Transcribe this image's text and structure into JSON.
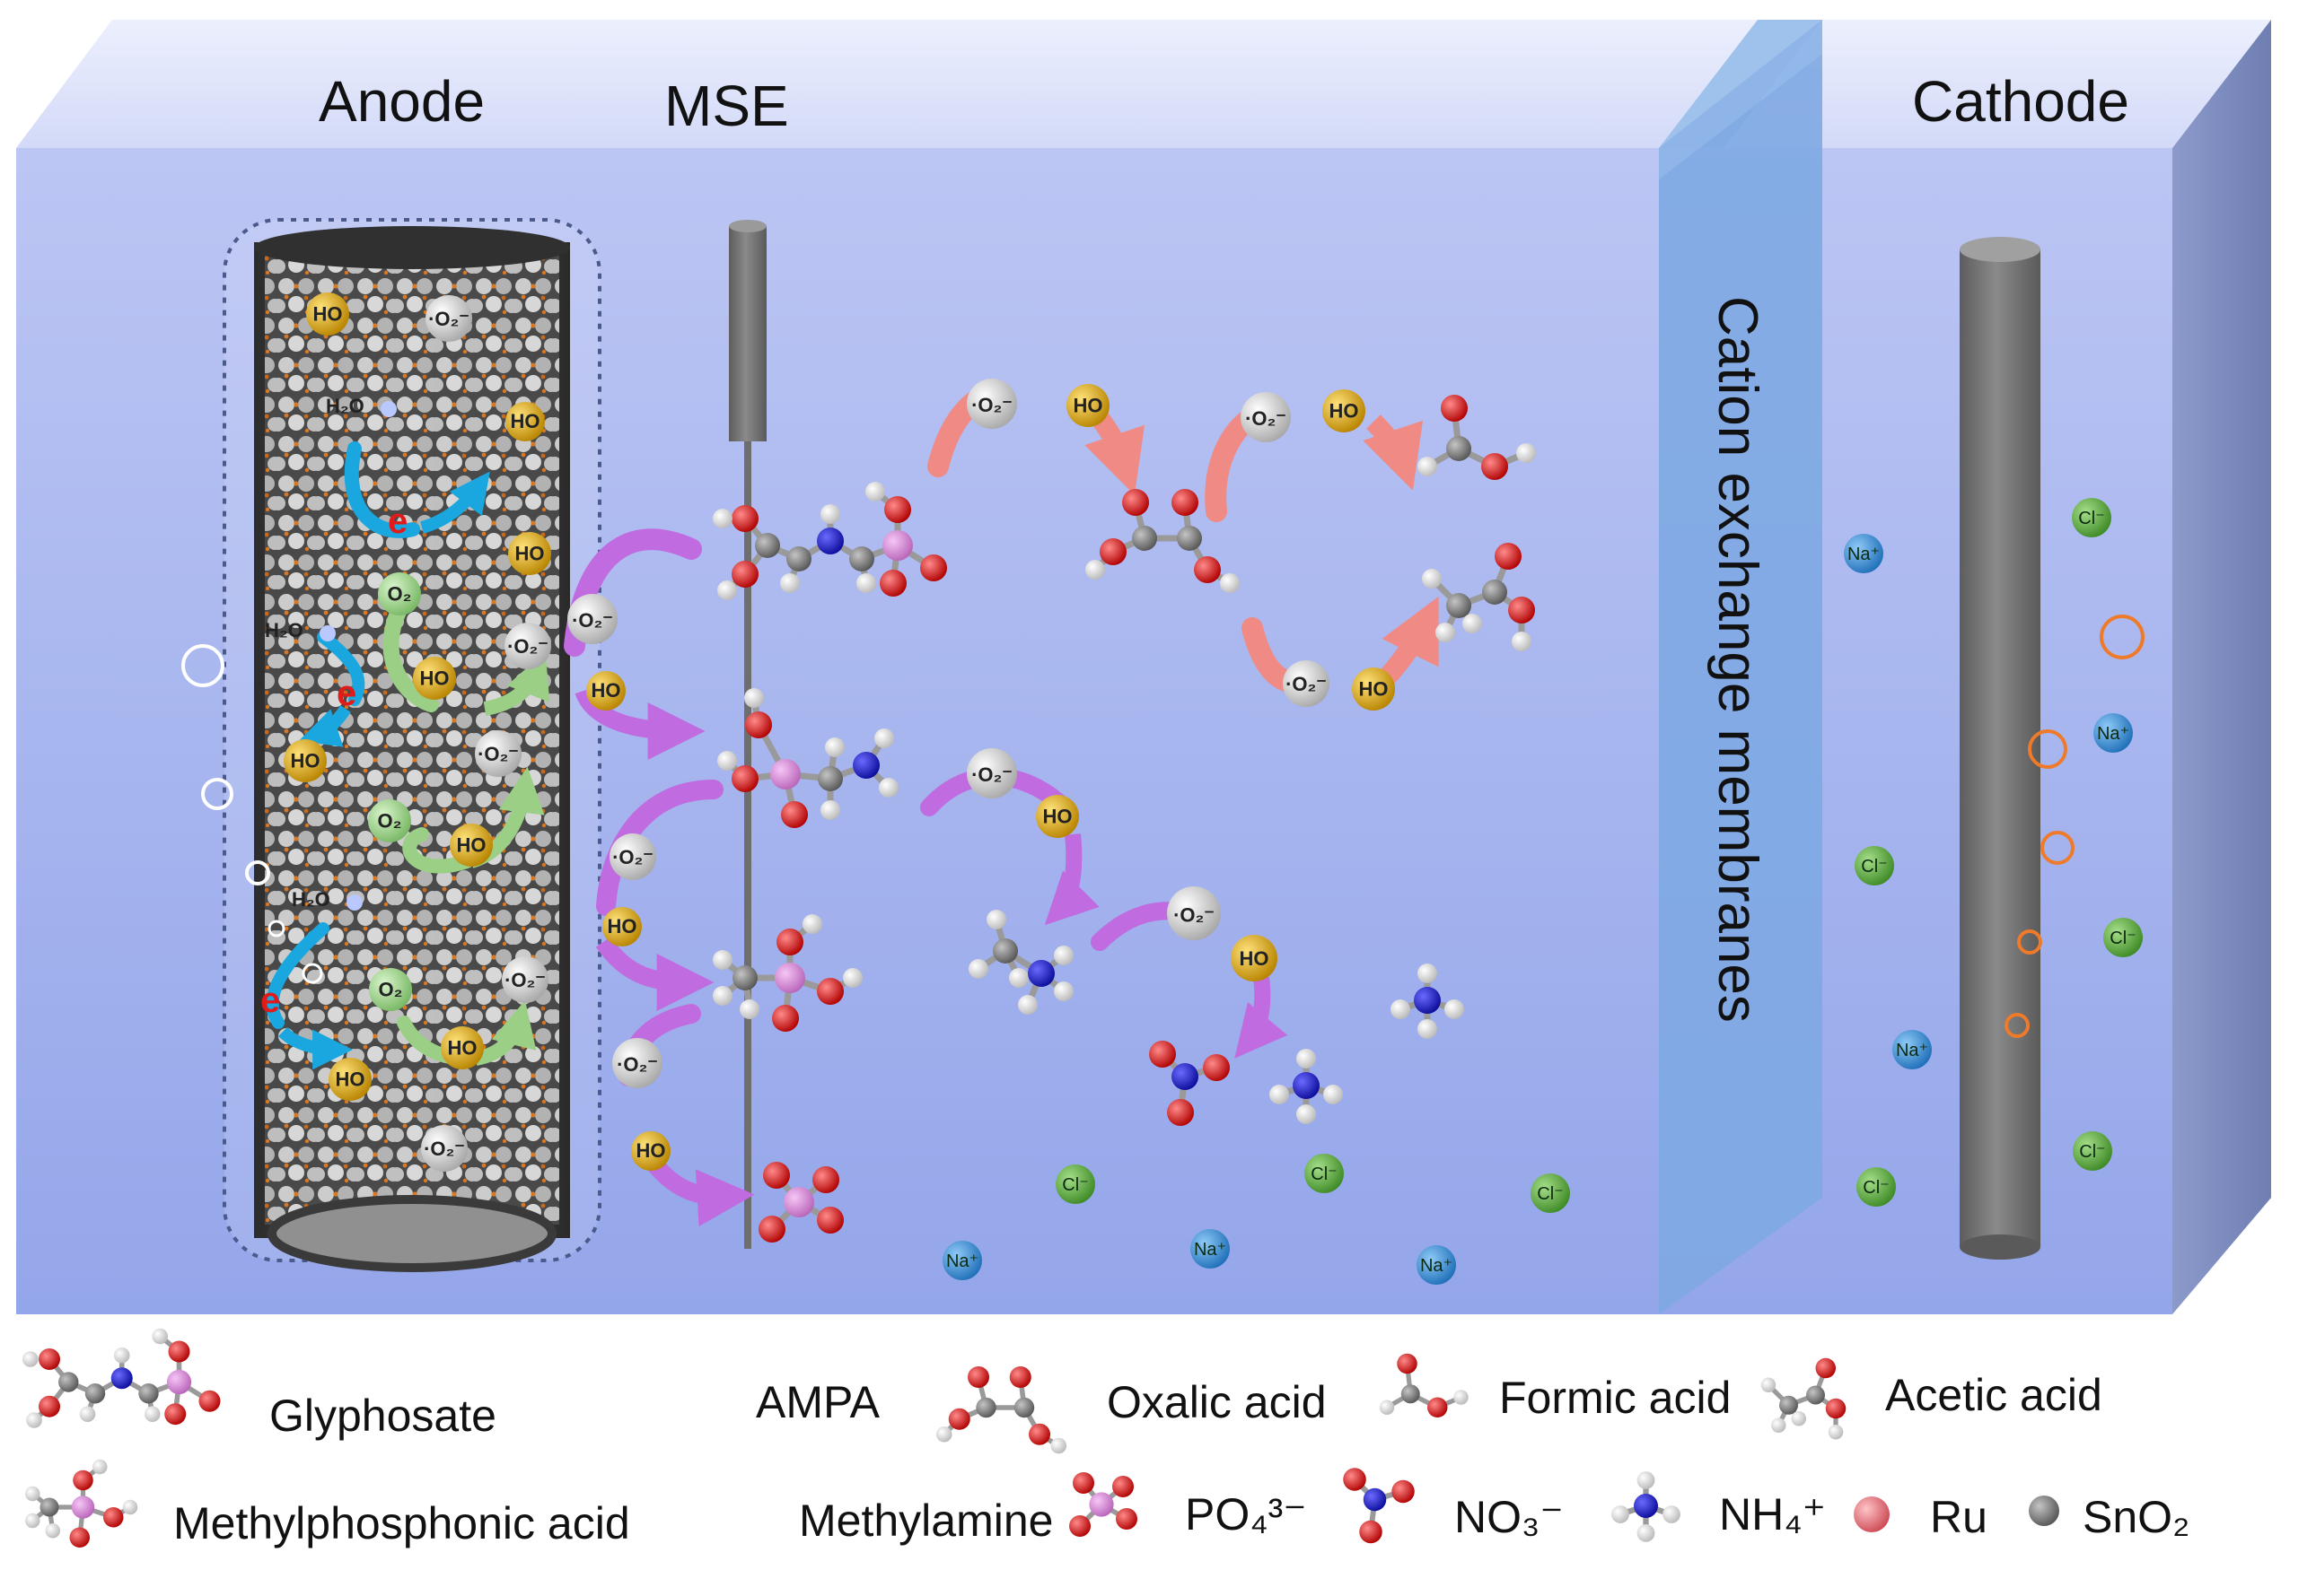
{
  "cell_labels": {
    "anode": "Anode",
    "mse": "MSE",
    "cathode": "Cathode",
    "membrane": "Cation exchange membranes"
  },
  "species_labels": {
    "ho_radical": "HO",
    "superoxide": "·O₂⁻",
    "water": "H₂O",
    "oxygen": "O₂",
    "electron": "e",
    "chloride": "Cl⁻",
    "sodium": "Na⁺"
  },
  "legend": {
    "glyphosate": "Glyphosate",
    "ampa": "AMPA",
    "oxalic_acid": "Oxalic acid",
    "formic_acid": "Formic acid",
    "acetic_acid": "Acetic acid",
    "methylphosphonic_acid": "Methylphosphonic acid",
    "methylamine": "Methylamine",
    "phosphate": "PO₄³⁻",
    "nitrate": "NO₃⁻",
    "ammonium": "NH₄⁺",
    "ru": "Ru",
    "sno2": "SnO₂"
  },
  "colors": {
    "electrolyte": "#a9b6ee",
    "membrane": "#7ea8e2",
    "electrode": "#7d7d7d",
    "ho_radical": "#d9a300",
    "superoxide": "#d6d6d6",
    "oxygen": "#9bd38a",
    "chloride": "#5aa83c",
    "sodium": "#3a8fd8",
    "purple_arrow": "#c06be0",
    "salmon_arrow": "#f08a84",
    "electron_arrow": "#1aa6de",
    "green_arrow": "#9bcf86",
    "oxygen_atom": "#d01414",
    "phosphorus_atom": "#d98ad8",
    "nitrogen_atom": "#1c1cc8",
    "carbon_atom": "#7a7a7a",
    "hydrogen_atom": "#ffffff",
    "ru": "#e87f87",
    "sno2": "#808080"
  }
}
